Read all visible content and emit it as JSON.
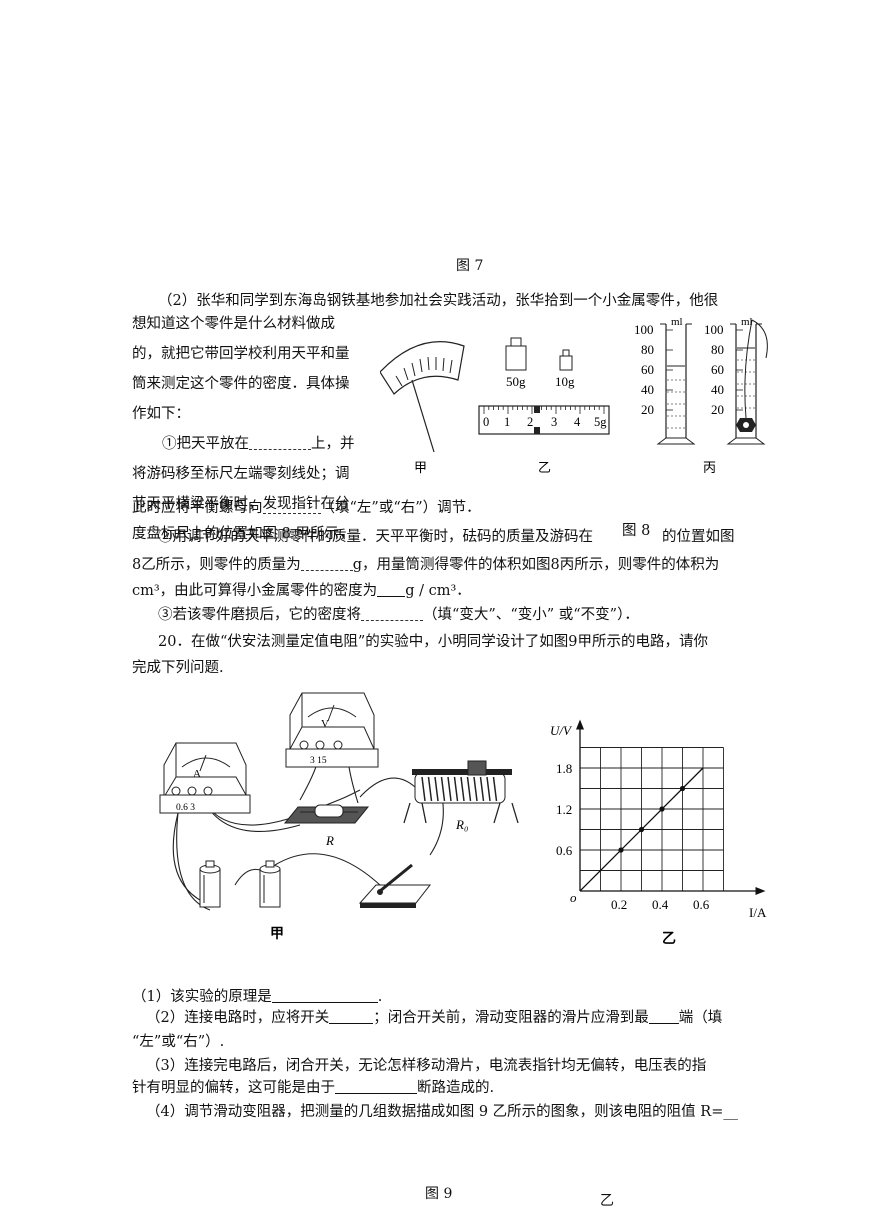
{
  "fig7_caption": "图 7",
  "q19": {
    "intro_line1": "（2）张华和同学到东海岛钢铁基地参加社会实践活动，张华拾到一个小金属零件，他很",
    "intro_lines": [
      "想知道这个零件是什么材料做成",
      "的，就把它带回学校利用天平和量",
      "筒来测定这个零件的密度．具体操",
      "作如下："
    ],
    "step1_lines_a": "①把天平放在",
    "step1_lines_a2": "上，并",
    "step1_lines": [
      "将游码移至标尺左端零刻线处；调",
      "节天平横梁平衡时，发现指针在分",
      "度盘标尺上的位置如图 8 甲所示，"
    ],
    "step1_last_a": "此时应将平衡螺母向",
    "step1_last_b": "（填“左”或“右”）调节．",
    "step2_a": "②用调节好的天平测零件的质量．天平平衡时，砝码的质量及游码在",
    "step2_b": "的位置如图",
    "step2_line2_a": "8乙所示，则零件的质量为",
    "step2_line2_b": "g，用量筒测得零件的体积如图8丙所示，则零件的体积为",
    "step2_line3_a": "cm³，由此可算得小金属零件的密度为",
    "step2_line3_b": "g / cm³．",
    "step3_a": "③若该零件磨损后，它的密度将",
    "step3_b": "（填“变大”、“变小” 或“不变”）．"
  },
  "fig8": {
    "caption": "图 8",
    "label_jia": "甲",
    "label_yi": "乙",
    "label_bing": "丙",
    "weight_50": "50g",
    "weight_10": "10g",
    "ruler_ticks": [
      "0",
      "1",
      "2",
      "3",
      "4",
      "5g"
    ],
    "cylinder_unit": "ml",
    "cylinder_ticks": [
      "100",
      "80",
      "60",
      "40",
      "20"
    ]
  },
  "q20": {
    "line1": "20．在做“伏安法测量定值电阻”的实验中，小明同学设计了如图9甲所示的电路，请你",
    "line2": "完成下列问题.",
    "sub1_a": "（1）该实验的原理是",
    "sub1_b": ".",
    "sub2_a": "（2）连接电路时，应将开关",
    "sub2_b": "；闭合开关前，滑动变阻器的滑片应滑到最",
    "sub2_c": "端（填",
    "sub2_line2": "“左”或“右”）.",
    "sub3_a": "（3）连接完电路后，闭合开关，无论怎样移动滑片，电流表指针均无偏转，电压表的指",
    "sub3_b": "针有明显的偏转，这可能是由于",
    "sub3_c": "断路造成的.",
    "sub4": "（4）调节滑动变阻器，把测量的几组数据描成如图 9 乙所示的图象，则该电阻的阻值 R=__"
  },
  "fig9": {
    "caption": "图 9",
    "label_jia": "甲",
    "label_yi": "乙",
    "bottom_yi": "乙",
    "ammeter_label": "A",
    "ammeter_scale": "0.6  3",
    "voltmeter_label": "V",
    "voltmeter_scale": "3  15",
    "resistor_label": "R",
    "rheostat_label": "R₀"
  },
  "chart_data": {
    "type": "line",
    "title": "",
    "xlabel": "I/A",
    "ylabel": "U/V",
    "origin_label": "o",
    "xlim": [
      0,
      0.7
    ],
    "ylim": [
      0,
      2.1
    ],
    "x_ticks": [
      "0.2",
      "0.4",
      "0.6"
    ],
    "y_ticks": [
      "0.6",
      "1.2",
      "1.8"
    ],
    "grid": true,
    "x": [
      0.2,
      0.3,
      0.4,
      0.5
    ],
    "y": [
      0.6,
      0.9,
      1.2,
      1.5
    ],
    "line_x": [
      0,
      0.6
    ],
    "line_y": [
      0,
      1.8
    ]
  }
}
